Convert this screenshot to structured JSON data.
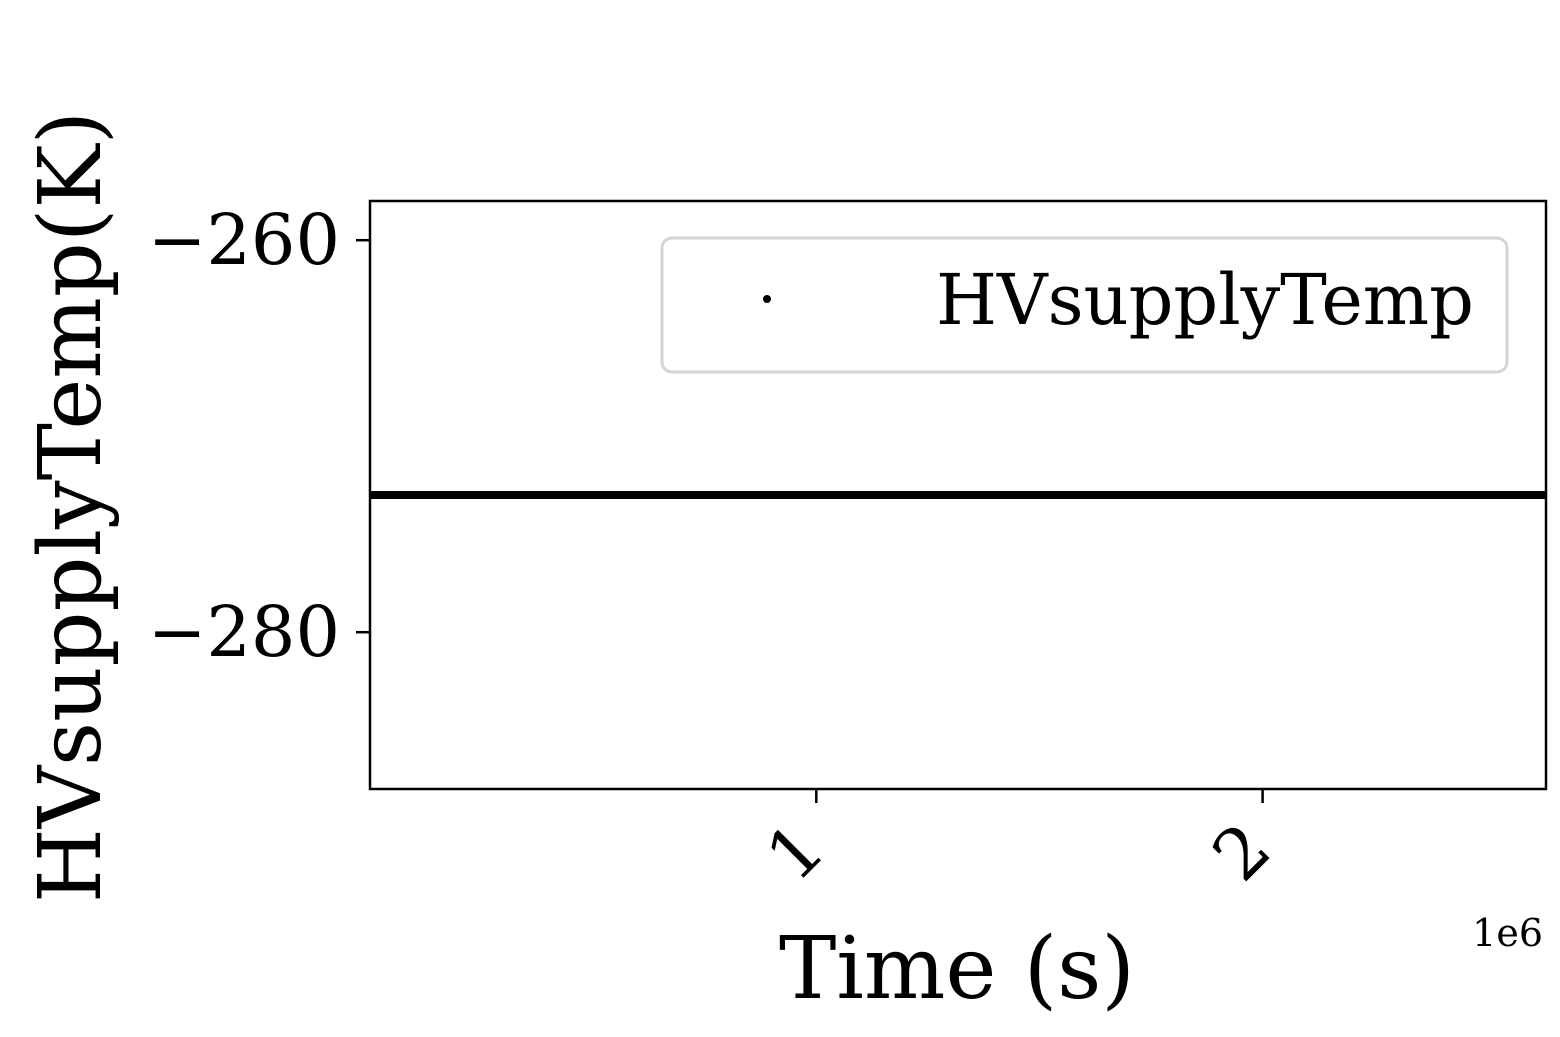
{
  "chart_data": {
    "type": "scatter",
    "title": "",
    "xlabel": "Time (s)",
    "ylabel": "HVsupplyTemp(K)",
    "x_offset_label": "1e6",
    "xlim": [
      0.0,
      2.635
    ],
    "ylim": [
      -288,
      -258
    ],
    "x_ticks": [
      {
        "value": 1.0,
        "label": "1"
      },
      {
        "value": 2.0,
        "label": "2"
      }
    ],
    "y_ticks": [
      {
        "value": -260,
        "label": "−260"
      },
      {
        "value": -280,
        "label": "−280"
      }
    ],
    "grid": false,
    "legend": {
      "position": "top-right",
      "entries": [
        "HVsupplyTemp"
      ]
    },
    "series": [
      {
        "name": "HVsupplyTemp",
        "color": "#000000",
        "marker": "point",
        "x_range": [
          0.0,
          2.635
        ],
        "value": -273
      }
    ]
  }
}
